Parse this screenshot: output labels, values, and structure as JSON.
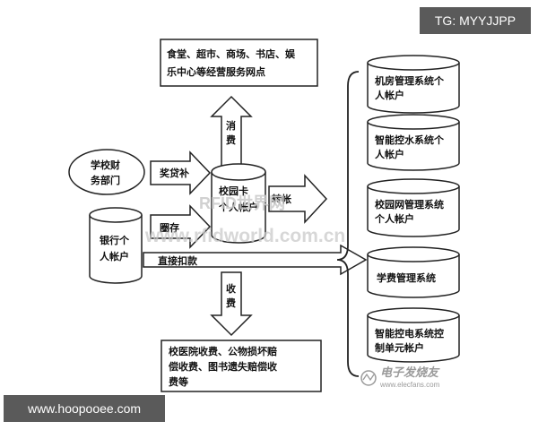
{
  "watermarks": {
    "tg_badge": "TG: MYYJJPP",
    "site_badge": "www.hoopooee.com",
    "center_mark": "RFID世界网",
    "center_url": "www.rfidworld.com.cn",
    "corner_brand": "电子发烧友",
    "corner_url": "www.elecfans.com"
  },
  "nodes": {
    "services_top": [
      "食堂、超市、商场、书店、娱",
      "乐中心等经营服务网点"
    ],
    "school_finance": [
      "学校财",
      "务部门"
    ],
    "bank_account": [
      "银行个",
      "人帐户"
    ],
    "campus_card": [
      "校园卡",
      "个人帐户"
    ],
    "fees_bottom": [
      "校医院收费、公物损坏赔",
      "偿收费、图书遗失赔偿收",
      "费等"
    ],
    "right_systems": [
      [
        "机房管理系统个",
        "人帐户"
      ],
      [
        "智能控水系统个",
        "人帐户"
      ],
      [
        "校园网管理系统",
        "个人帐户"
      ],
      [
        "学费管理系统"
      ],
      [
        "智能控电系统控",
        "制单元帐户"
      ]
    ]
  },
  "arrows": {
    "consume": "消费",
    "scholarship": "奖贷补",
    "deposit": "圈存",
    "transfer": "转帐",
    "direct_debit": "直接扣款",
    "charge": "收费"
  }
}
